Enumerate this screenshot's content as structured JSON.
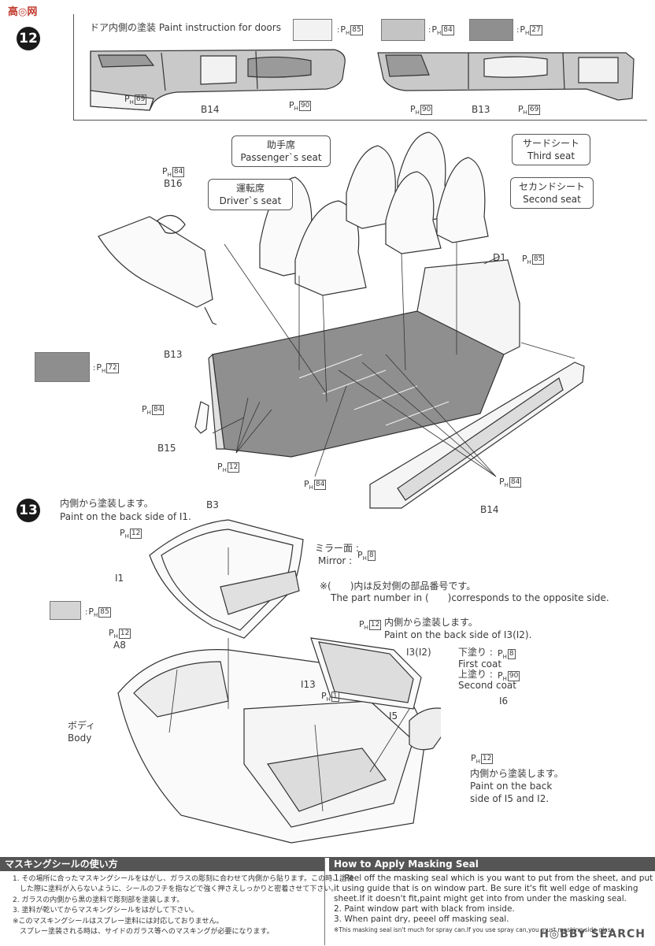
{
  "site_logo": "高◎网",
  "step12": {
    "number": "12",
    "door_panel": {
      "title": "ドア内側の塗装 Paint instruction for doors",
      "swatches": [
        {
          "color": "#f2f2f2",
          "ref": "85"
        },
        {
          "color": "#c4c4c4",
          "ref": "84"
        },
        {
          "color": "#8f8f8f",
          "ref": "27"
        }
      ],
      "left_part": "B14",
      "right_part": "B13",
      "left_tags": [
        "69",
        "90"
      ],
      "right_tags": [
        "90",
        "69"
      ]
    },
    "seats": {
      "passenger": {
        "jp": "助手席",
        "en": "Passenger`s seat"
      },
      "driver": {
        "jp": "運転席",
        "en": "Driver`s seat"
      },
      "third": {
        "jp": "サードシート",
        "en": "Third seat"
      },
      "second": {
        "jp": "セカンドシート",
        "en": "Second seat"
      }
    },
    "parts": {
      "b16": "B16",
      "b16_ref": "84",
      "d1": "D1",
      "d1_ref": "85",
      "b13": "B13",
      "b15": "B15",
      "b15_ref": "84",
      "b14": "B14",
      "ref_12": "12",
      "ref_84_a": "84",
      "ref_84_b": "84"
    },
    "legend_swatch": {
      "color": "#8e8e8e",
      "ref": "72"
    }
  },
  "step13": {
    "number": "13",
    "paint_back_i1": {
      "jp": "内側から塗装します。",
      "en": "Paint on the back side of I1."
    },
    "i1": "I1",
    "i1_ref": "12",
    "b3": "B3",
    "mirror": {
      "jp": "ミラー面",
      "en": "Mirror",
      "ref": "8"
    },
    "opposite": {
      "jp": "※(　　)内は反対側の部品番号です。",
      "en": "The part number in (　　)corresponds to the opposite side."
    },
    "legend_swatch": {
      "color": "#d4d4d4",
      "ref": "85"
    },
    "a8": "A8",
    "a8_ref": "12",
    "body": {
      "jp": "ボディ",
      "en": "Body"
    },
    "paint_back_i3": {
      "jp": "内側から塗装します。",
      "en": "Paint on the back side of I3(I2).",
      "ref": "12"
    },
    "i3": "I3(I2)",
    "first_coat": {
      "jp": "下塗り",
      "en": "First coat",
      "ref": "8"
    },
    "second_coat": {
      "jp": "上塗り",
      "en": "Second coat",
      "ref": "90"
    },
    "i13": "I13",
    "i13_ref": "1",
    "i5": "I5",
    "i6": "I6",
    "paint_back_i5": {
      "jp": "内側から塗装します。",
      "en_1": "Paint on the back",
      "en_2": "side of I5 and I2.",
      "ref": "12"
    }
  },
  "masking_jp": {
    "title": "マスキングシールの使い方",
    "lines": [
      "1. その場所に合ったマスキングシールをはがし、ガラスの彫刻に合わせて内側から貼ります。この時、塗装",
      "　した際に塗料が入らないように、シールのフチを指などで強く押さえしっかりと密着させて下さい。",
      "2. ガラスの内側から黒の塗料で彫刻部を塗装します。",
      "3. 塗料が乾いてからマスキングシールをはがして下さい。",
      "※このマスキングシールはスプレー塗料には対応しておりません。",
      "　スプレー塗装される時は、サイドのガラス等へのマスキングが必要になります。"
    ]
  },
  "masking_en": {
    "title": "How to Apply Masking Seal",
    "lines": [
      "1.  Peel off the masking seal which is you want to put from the sheet, and put",
      "     it using guide that is on window part. Be sure it's fit well edge of masking",
      "     sheet.If it doesn't fit,paint might get into from under the masking seal.",
      "2.  Paint window part with black from inside.",
      "3.  When paint dry, peeel off masking seal.",
      "※This masking seal isn't much for spray can.If you use spray can,you must masking side glass."
    ]
  },
  "watermark": "H◎BBY SEARCH"
}
